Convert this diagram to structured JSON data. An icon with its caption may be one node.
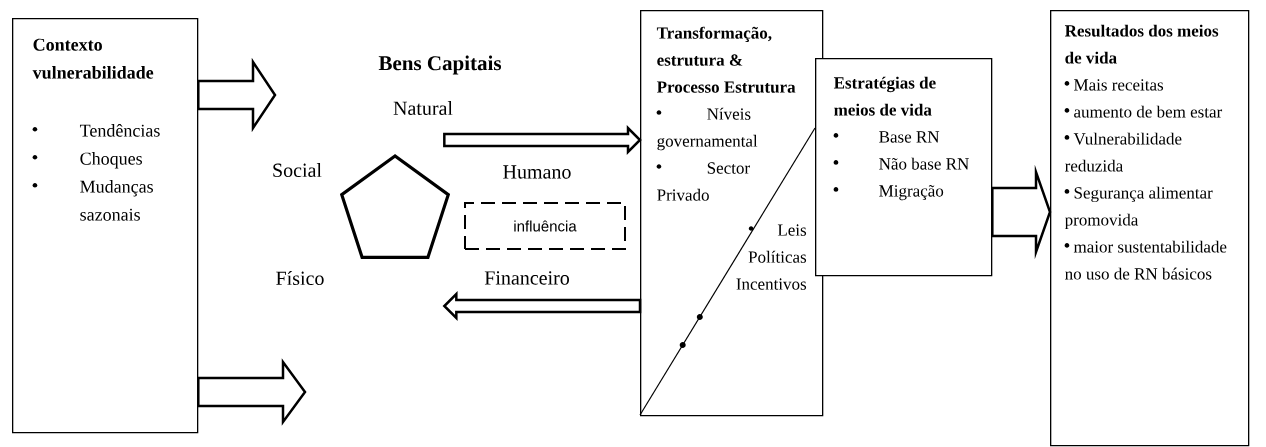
{
  "diagram": {
    "nodes": [
      {
        "text": [
          "Contexto vulnerabilidade",
          "Tendências",
          "Choques",
          "Mudanças sazonais"
        ]
      },
      {
        "text": [],
        "shape": "pentagon"
      },
      {
        "text": [
          "influência"
        ]
      },
      {
        "text": [
          "Transformação, estrutura & Processo Estrutura",
          "Níveis governamental",
          "Sector Privado",
          "Leis",
          "Políticas",
          "Incentivos"
        ]
      },
      {
        "text": [
          "Estratégias de meios de vida",
          "Base RN",
          "Não base RN",
          "Migração"
        ]
      },
      {
        "text": [
          "Resultados dos meios de vida",
          "Mais receitas",
          "aumento de bem estar",
          "Vulnerabilidade reduzida",
          "Segurança alimentar promovida",
          "maior sustentabilidade no uso de RN básicos"
        ]
      }
    ],
    "edges": [
      {
        "from": 0,
        "to": null,
        "arrow": "to"
      },
      {
        "from": 0,
        "to": null,
        "arrow": "to"
      },
      {
        "from": 1,
        "to": 3,
        "arrow": "to"
      },
      {
        "from": 3,
        "to": 1,
        "arrow": "to"
      },
      {
        "from": 4,
        "to": 5,
        "arrow": "to"
      }
    ],
    "labels": [
      "Bens Capitais",
      "Natural",
      "Social",
      "Humano",
      "Físico",
      "Financeiro"
    ]
  }
}
